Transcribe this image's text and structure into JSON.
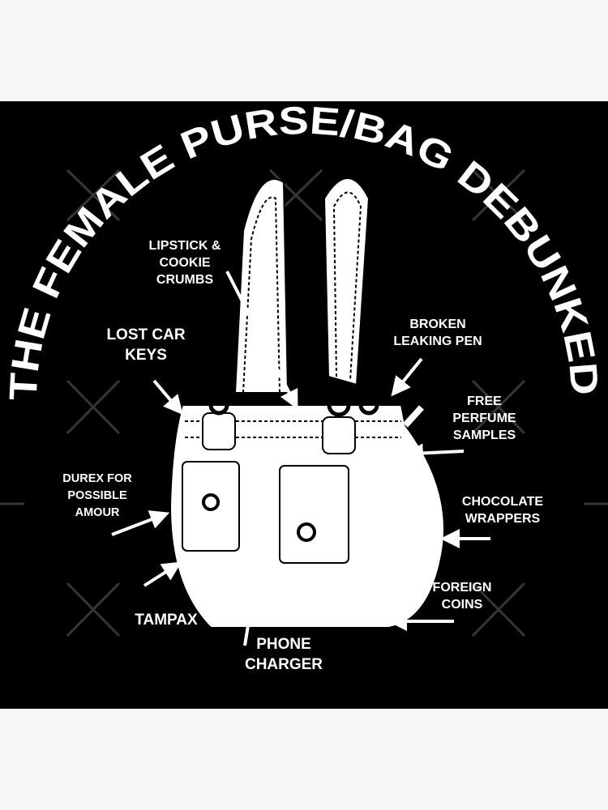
{
  "title": "THE FEMALE PURSE/BAG DEBUNKED",
  "labels": {
    "lipstick": "LIPSTICK &\nCOOKIE\nCRUMBS",
    "keys": "LOST CAR\nKEYS",
    "pen": "BROKEN\nLEAKING PEN",
    "perfume": "FREE\nPERFUME\nSAMPLES",
    "durex": "DUREX FOR\nPOSSIBLE\nAMOUR",
    "chocolate": "CHOCOLATE\nWRAPPERS",
    "coins": "FOREIGN\nCOINS",
    "tampax": "TAMPAX",
    "charger": "PHONE\nCHARGER"
  },
  "colors": {
    "background": "#f7f7f7",
    "canvas": "#000000",
    "ink": "#ffffff"
  }
}
